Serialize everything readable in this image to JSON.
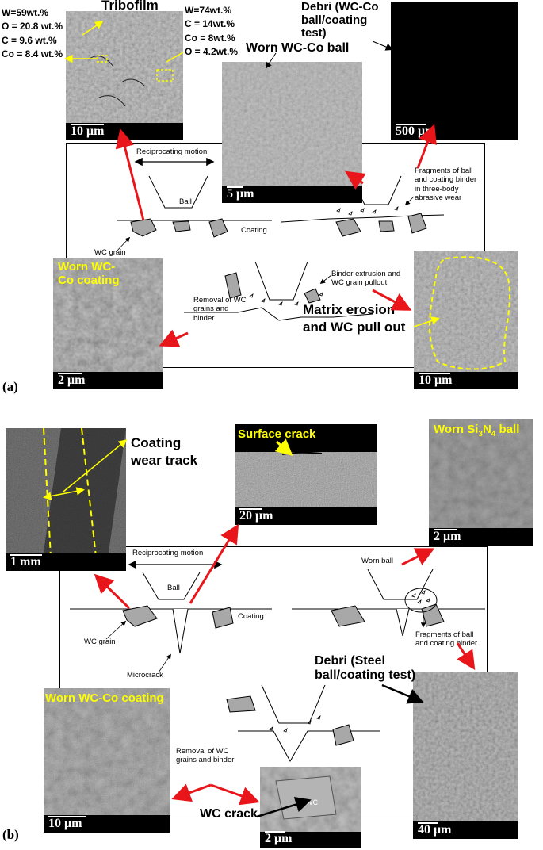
{
  "panel_a": {
    "label": "(a)",
    "tribofilm": {
      "title": "Tribofilm",
      "scale": "10 μm",
      "left_composition": [
        "W=59wt.%",
        "O = 20.8 wt.%",
        "C = 9.6 wt.%",
        "Co = 8.4 wt.%"
      ],
      "right_composition": [
        "W=74wt.%",
        "C = 14wt.%",
        "Co = 8wt.%",
        "O = 4.2wt.%"
      ]
    },
    "worn_ball": {
      "title": "Worn WC-Co ball",
      "scale": "5 μm"
    },
    "debri": {
      "title": "Debri (WC-Co ball/coating test)",
      "scale": "500 μm"
    },
    "worn_coating": {
      "title": "Worn WC-Co coating",
      "scale": "2 μm"
    },
    "matrix_erosion": {
      "title": "Matrix erosion and WC pull out",
      "scale": "10 μm"
    },
    "schematic": {
      "reciprocating": "Reciprocating motion",
      "ball": "Ball",
      "coating": "Coating",
      "wc_grain": "WC grain",
      "fragments": "Fragments of ball and coating binder in three-body abrasive wear",
      "binder_extrusion": "Binder extrusion and WC grain pullout",
      "removal": "Removal of WC grains and binder"
    }
  },
  "panel_b": {
    "label": "(b)",
    "wear_track": {
      "title": "Coating wear track",
      "scale": "1 mm"
    },
    "surface_crack": {
      "title": "Surface crack",
      "scale": "20 μm"
    },
    "worn_si3n4": {
      "title_prefix": "Worn Si",
      "sub1": "3",
      "mid": "N",
      "sub2": "4",
      "suffix": " ball",
      "scale": "2 μm"
    },
    "worn_coating": {
      "title": "Worn WC-Co coating",
      "scale": "10 μm"
    },
    "debri": {
      "title": "Debri (Steel ball/coating test)",
      "scale": "40 μm"
    },
    "wc_crack": {
      "title": "WC crack",
      "scale": "2 μm",
      "inner_label": "WC"
    },
    "schematic": {
      "reciprocating": "Reciprocating motion",
      "ball": "Ball",
      "coating": "Coating",
      "wc_grain": "WC grain",
      "microcrack": "Microcrack",
      "worn_ball": "Worn ball",
      "fragments": "Fragments of ball and coating binder",
      "removal": "Removal of WC grains and binder"
    }
  },
  "colors": {
    "annotation_yellow": "#ffff00",
    "arrow_red": "#e8161b"
  }
}
